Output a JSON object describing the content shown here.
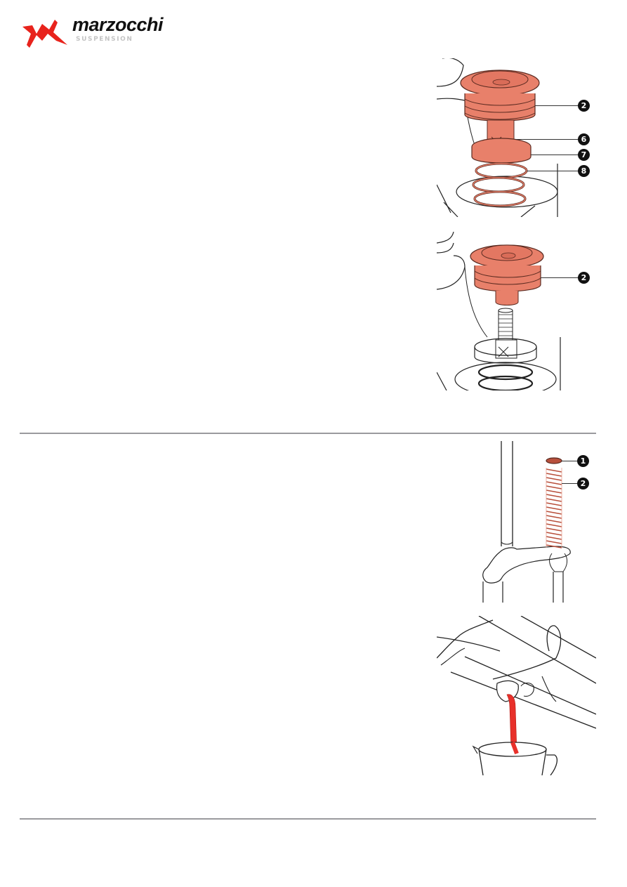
{
  "header": {
    "logo": {
      "brand": "marzocchi",
      "subtitle": "SUSPENSION",
      "mark_color": "#E8231C"
    }
  },
  "colors": {
    "part_highlight": "#E8806A",
    "part_outline": "#5a2a20",
    "oil": "#E8302A",
    "rule": "#9A9A9E",
    "callout_bg": "#111111"
  },
  "sections": [
    {
      "figures": [
        {
          "name": "top-cap-with-preload-assembly",
          "callouts": [
            {
              "label": "2"
            },
            {
              "label": "6"
            },
            {
              "label": "7"
            },
            {
              "label": "8"
            }
          ]
        },
        {
          "name": "top-cap-removed-from-damper-rod",
          "callouts": [
            {
              "label": "2"
            }
          ]
        }
      ]
    },
    {
      "figures": [
        {
          "name": "spring-and-spacer-removed",
          "callouts": [
            {
              "label": "1"
            },
            {
              "label": "2"
            }
          ]
        },
        {
          "name": "draining-oil-into-jug",
          "callouts": []
        }
      ]
    }
  ]
}
